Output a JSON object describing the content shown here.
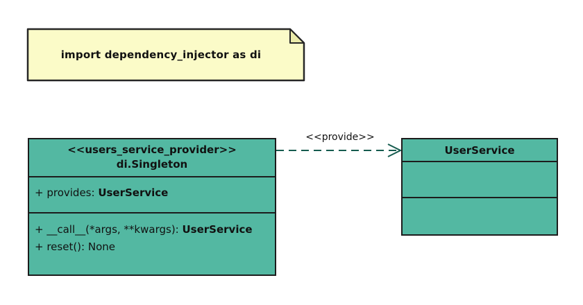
{
  "note": {
    "text": "import dependency_injector as di"
  },
  "provider_class": {
    "stereotype": "<<users_service_provider>>",
    "name": "di.Singleton",
    "attributes": [
      {
        "text": "+ provides: ",
        "type": "UserService"
      }
    ],
    "methods": [
      {
        "text": "+ __call__(*args, **kwargs): ",
        "type": "UserService"
      },
      {
        "text": "+ reset(): None",
        "type": ""
      }
    ]
  },
  "service_class": {
    "name": "UserService"
  },
  "relation": {
    "label": "<<provide>>"
  },
  "colors": {
    "class_fill": "#53B8A2",
    "class_border": "#1C1C1C",
    "note_fill": "#FBFBC8",
    "note_fold": "#EBEBAA",
    "note_border": "#262626",
    "arrow_color": "#155B4E",
    "text_color": "#111111"
  }
}
